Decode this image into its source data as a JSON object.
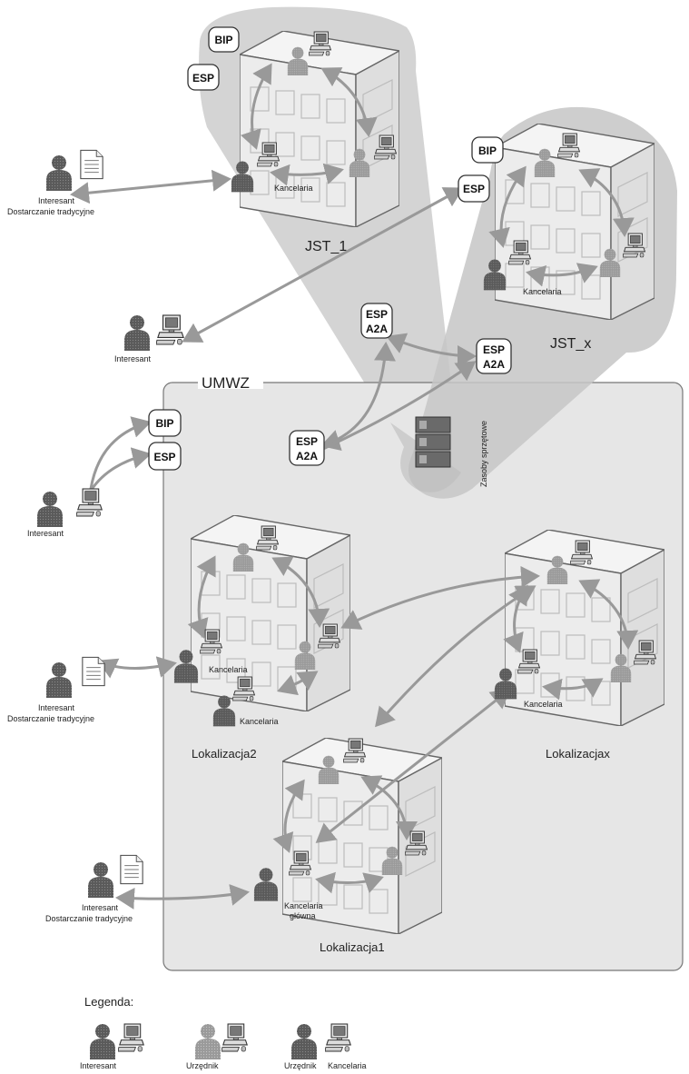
{
  "group": {
    "umwz": "UMWZ"
  },
  "buildings": {
    "jst1": "JST_1",
    "jstx": "JST_x",
    "lok2": "Lokalizacja2",
    "lokx": "Lokalizacjax",
    "lok1": "Lokalizacja1"
  },
  "badges": {
    "bip": "BIP",
    "esp": "ESP",
    "a2a": "A2A"
  },
  "labels": {
    "kancelaria": "Kancelaria",
    "kancelaria_glowna_1": "Kancelaria",
    "kancelaria_glowna_2": "główna",
    "interesant": "Interesant",
    "dostarczanie": "Dostarczanie tradycyjne",
    "zasoby": "Zasoby sprzętowe"
  },
  "legend": {
    "title": "Legenda:",
    "items": [
      "Interesant",
      "Urzędnik",
      "Urzędnik",
      "Kancelaria"
    ]
  },
  "colors": {
    "container": "#e6e6e6",
    "cone": "#cfcfcf",
    "building": "#f0f0f0",
    "arrow": "#999999",
    "person_dark": "#555555",
    "person_light": "#9a9a9a"
  }
}
